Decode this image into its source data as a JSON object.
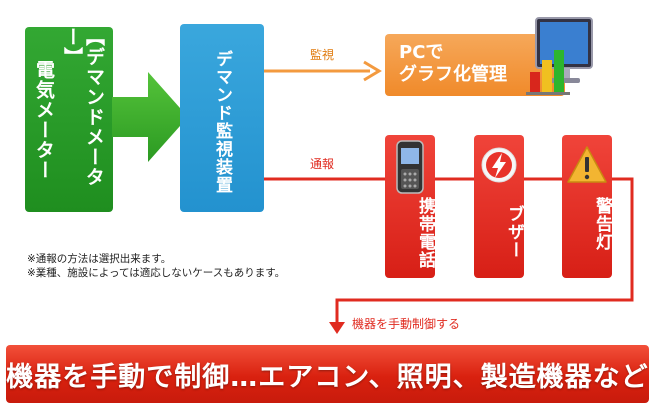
{
  "meter": {
    "line1": "電気メーター",
    "line2": "【デマンドメーター】"
  },
  "monitor": {
    "label": "デマンド監視装置"
  },
  "arrows": {
    "watch_label": "監視",
    "notify_label": "通報",
    "control_label": "機器を手動制御する"
  },
  "pc": {
    "line1": "PCで",
    "line2": "グラフ化管理"
  },
  "targets": [
    {
      "label": "携帯電話",
      "icon": "mobile-phone-icon"
    },
    {
      "label": "ブザー",
      "icon": "buzzer-icon"
    },
    {
      "label": "警告灯",
      "icon": "warning-light-icon"
    }
  ],
  "notes": [
    "※通報の方法は選択出来ます。",
    "※業種、施設によっては適応しないケースもあります。"
  ],
  "banner": {
    "text": "機器を手動で制御…エアコン、照明、製造機器など"
  },
  "colors": {
    "green": "#2a9e2a",
    "blue": "#2b9ad6",
    "orange": "#f39a3f",
    "red": "#e02b20"
  }
}
